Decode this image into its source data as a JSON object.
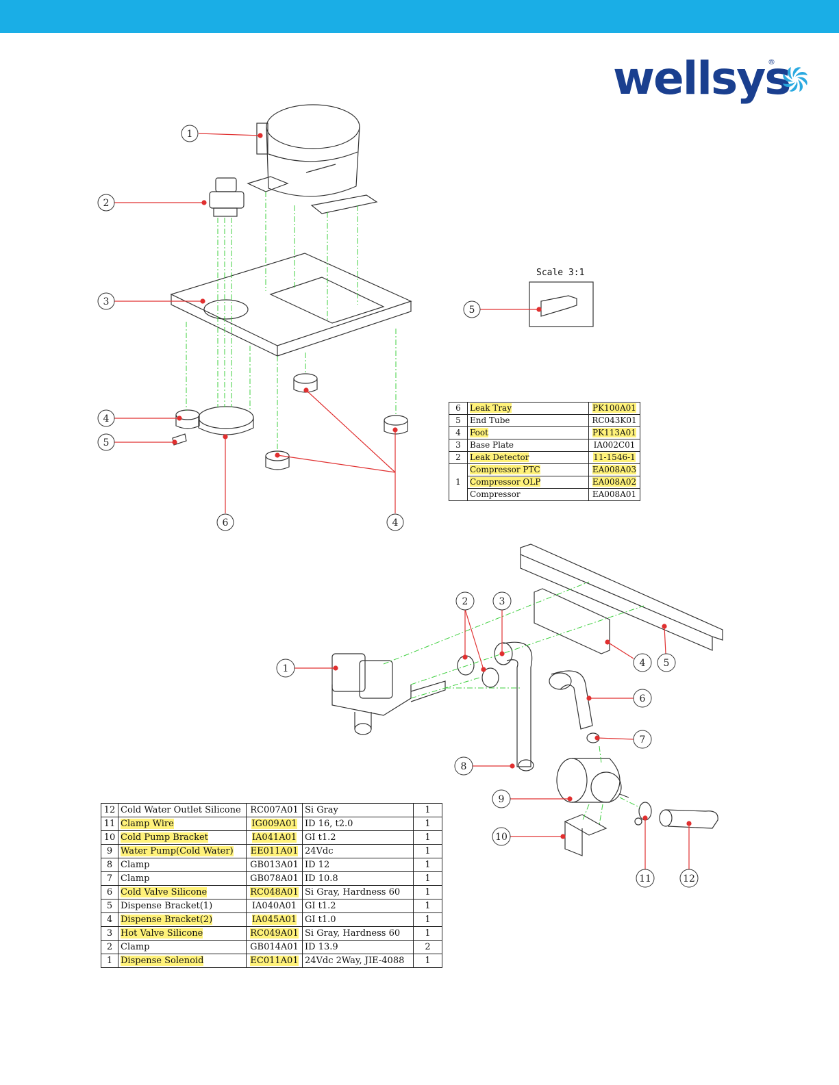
{
  "brand": {
    "name": "wellsys",
    "registered": "®",
    "bar_color": "#1aaee6",
    "logo_color": "#1a3f8f"
  },
  "diagram1": {
    "scale_label": "Scale 3:1",
    "callouts": [
      "1",
      "2",
      "3",
      "4",
      "5",
      "5",
      "6",
      "4"
    ],
    "parts_table": [
      {
        "no": "6",
        "name": "Leak Tray",
        "code": "PK100A01",
        "highlight": true
      },
      {
        "no": "5",
        "name": "End Tube",
        "code": "RC043K01",
        "highlight": false
      },
      {
        "no": "4",
        "name": "Foot",
        "code": "PK113A01",
        "highlight": true
      },
      {
        "no": "3",
        "name": "Base Plate",
        "code": "IA002C01",
        "highlight": false
      },
      {
        "no": "2",
        "name": "Leak Detector",
        "code": "11-1546-1",
        "highlight": true
      },
      {
        "no": "1",
        "name": "Compressor PTC",
        "code": "EA008A03",
        "highlight": true
      },
      {
        "no": "",
        "name": "Compressor OLP",
        "code": "EA008A02",
        "highlight": true
      },
      {
        "no": "",
        "name": "Compressor",
        "code": "EA008A01",
        "highlight": false
      }
    ]
  },
  "diagram2": {
    "callouts": [
      "1",
      "2",
      "3",
      "4",
      "5",
      "6",
      "7",
      "8",
      "9",
      "10",
      "11",
      "12"
    ],
    "parts_table": [
      {
        "no": "12",
        "name": "Cold Water Outlet Silicone",
        "code": "RC007A01",
        "spec": "Si Gray",
        "qty": "1",
        "highlight": false
      },
      {
        "no": "11",
        "name": "Clamp Wire",
        "code": "IG009A01",
        "spec": "ID 16, t2.0",
        "qty": "1",
        "highlight": true
      },
      {
        "no": "10",
        "name": "Cold Pump Bracket",
        "code": "IA041A01",
        "spec": "GI t1.2",
        "qty": "1",
        "highlight": true
      },
      {
        "no": "9",
        "name": "Water Pump(Cold Water)",
        "code": "EE011A01",
        "spec": "24Vdc",
        "qty": "1",
        "highlight": true
      },
      {
        "no": "8",
        "name": "Clamp",
        "code": "GB013A01",
        "spec": "ID 12",
        "qty": "1",
        "highlight": false
      },
      {
        "no": "7",
        "name": "Clamp",
        "code": "GB078A01",
        "spec": "ID 10.8",
        "qty": "1",
        "highlight": false
      },
      {
        "no": "6",
        "name": "Cold Valve Silicone",
        "code": "RC048A01",
        "spec": "Si Gray, Hardness 60",
        "qty": "1",
        "highlight": true
      },
      {
        "no": "5",
        "name": "Dispense Bracket(1)",
        "code": "IA040A01",
        "spec": "GI t1.2",
        "qty": "1",
        "highlight": false
      },
      {
        "no": "4",
        "name": "Dispense Bracket(2)",
        "code": "IA045A01",
        "spec": "GI t1.0",
        "qty": "1",
        "highlight": true
      },
      {
        "no": "3",
        "name": "Hot Valve Silicone",
        "code": "RC049A01",
        "spec": "Si Gray, Hardness 60",
        "qty": "1",
        "highlight": true
      },
      {
        "no": "2",
        "name": "Clamp",
        "code": "GB014A01",
        "spec": "ID 13.9",
        "qty": "2",
        "highlight": false
      },
      {
        "no": "1",
        "name": "Dispense Solenoid",
        "code": "EC011A01",
        "spec": "24Vdc 2Way, JIE-4088",
        "qty": "1",
        "highlight": true
      }
    ]
  }
}
